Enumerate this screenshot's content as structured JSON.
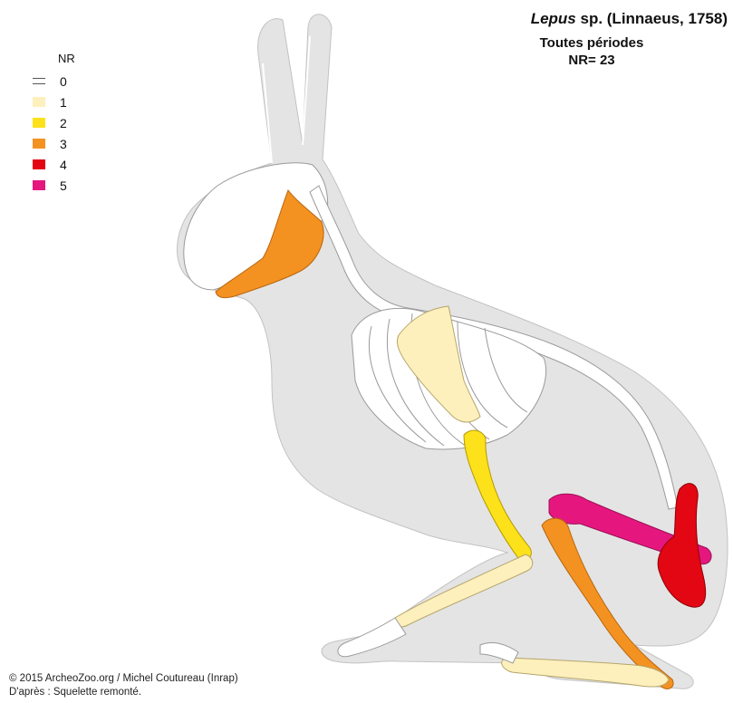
{
  "title": {
    "genus": "Lepus",
    "rest": " sp.  (Linnaeus, 1758)",
    "period": "Toutes périodes",
    "count": "NR= 23"
  },
  "legend": {
    "title": "NR",
    "items": [
      {
        "label": "0",
        "color": "#ffffff"
      },
      {
        "label": "1",
        "color": "#fdf0bd"
      },
      {
        "label": "2",
        "color": "#fde11a"
      },
      {
        "label": "3",
        "color": "#f39221"
      },
      {
        "label": "4",
        "color": "#e30613"
      },
      {
        "label": "5",
        "color": "#e5177f"
      }
    ]
  },
  "colors": {
    "body": "#e4e4e4",
    "body_outline": "#c2c2c2",
    "bone_empty": "#ffffff",
    "bone_outline": "#9a9a9a"
  },
  "credits": {
    "line1": "© 2015 ArcheoZoo.org / Michel Coutureau (Inrap)",
    "line2": "D'après : Squelette remonté."
  }
}
